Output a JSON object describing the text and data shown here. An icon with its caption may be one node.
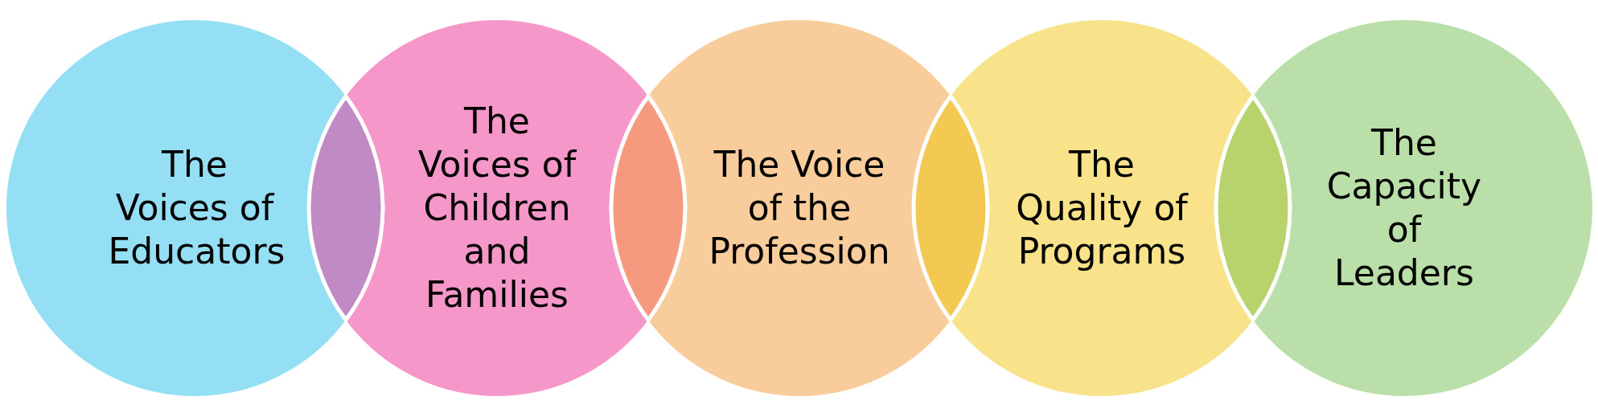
{
  "diagram": {
    "nodes": [
      {
        "text": [
          "The Voices of Educators"
        ]
      },
      {
        "text": [
          "The Voices of Children and Families"
        ]
      },
      {
        "text": [
          "The Voice of the Profession"
        ]
      },
      {
        "text": [
          "The Quality of Programs"
        ]
      },
      {
        "text": [
          "The Capacity of Leaders"
        ]
      }
    ]
  }
}
